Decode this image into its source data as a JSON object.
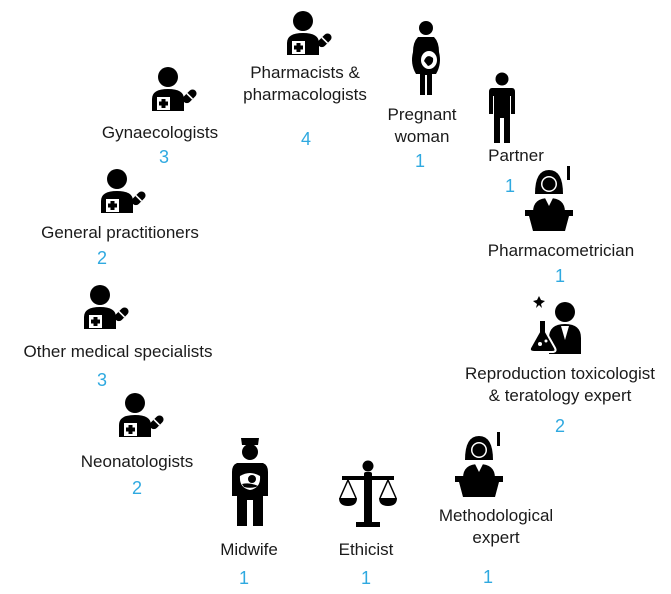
{
  "colors": {
    "count": "#2fa9e0",
    "icon": "#000000"
  },
  "stakeholders": [
    {
      "label_lines": [
        "Pharmacists &",
        "pharmacologists"
      ],
      "count": "4",
      "icon": "doctor-icon"
    },
    {
      "label_lines": [
        "Pregnant",
        "woman"
      ],
      "count": "1",
      "icon": "pregnant-woman-icon"
    },
    {
      "label_lines": [
        "Partner"
      ],
      "count": "1",
      "icon": "man-icon"
    },
    {
      "label_lines": [
        "Pharmacometrician"
      ],
      "count": "1",
      "icon": "woman-at-desk-icon"
    },
    {
      "label_lines": [
        "Reproduction toxicologist",
        "& teratology expert"
      ],
      "count": "2",
      "icon": "scientist-icon"
    },
    {
      "label_lines": [
        "Methodological",
        "expert"
      ],
      "count": "1",
      "icon": "woman-at-desk-icon"
    },
    {
      "label_lines": [
        "Ethicist"
      ],
      "count": "1",
      "icon": "balance-scale-icon"
    },
    {
      "label_lines": [
        "Midwife"
      ],
      "count": "1",
      "icon": "midwife-icon"
    },
    {
      "label_lines": [
        "Neonatologists"
      ],
      "count": "2",
      "icon": "doctor-icon"
    },
    {
      "label_lines": [
        "Other medical specialists"
      ],
      "count": "3",
      "icon": "doctor-icon"
    },
    {
      "label_lines": [
        "General practitioners"
      ],
      "count": "2",
      "icon": "doctor-icon"
    },
    {
      "label_lines": [
        "Gynaecologists"
      ],
      "count": "3",
      "icon": "doctor-icon"
    }
  ]
}
